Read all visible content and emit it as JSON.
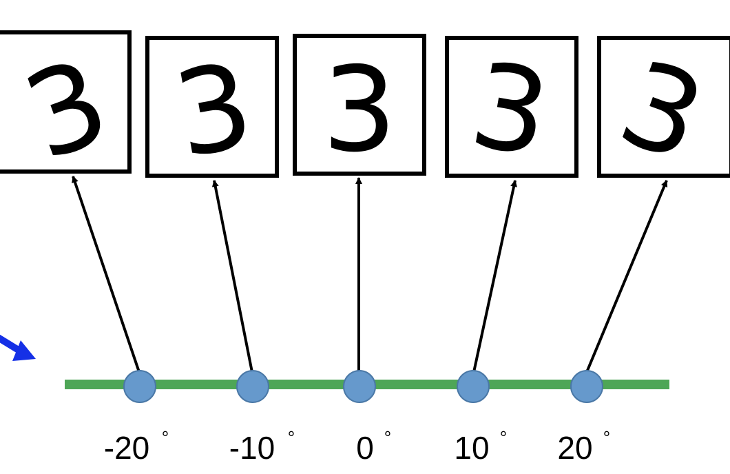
{
  "colors": {
    "axis_line": "#4ea657",
    "dot_fill": "#6699cc",
    "dot_stroke": "#4a78a6",
    "arrow": "#000000",
    "pointer_arrow": "#1530e6",
    "box_stroke": "#000000"
  },
  "digits": [
    "3",
    "3",
    "3",
    "3",
    "3"
  ],
  "angles": [
    "-20",
    "-10",
    "0",
    "10",
    "20"
  ],
  "degree_symbol": "°"
}
